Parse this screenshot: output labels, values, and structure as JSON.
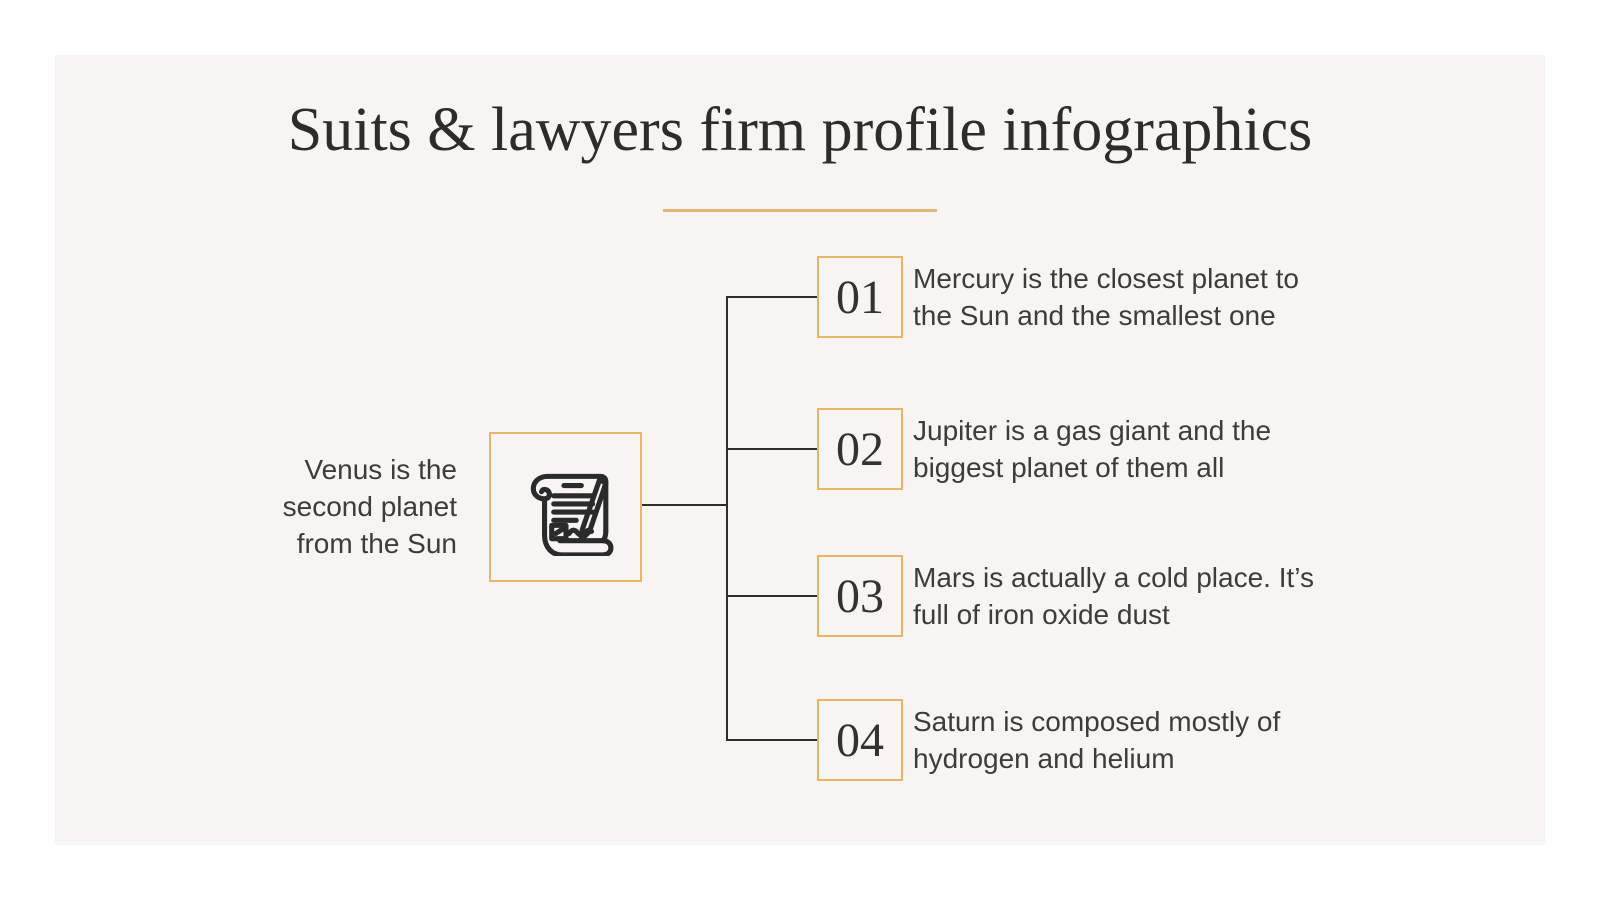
{
  "slide": {
    "title": "Suits & lawyers firm profile infographics",
    "colors": {
      "accent": "#eab567",
      "divider_gold": "#dfb778",
      "slide_background": "#f6f5f3",
      "page_background": "#ffffff",
      "title_text": "#2d2c2a",
      "body_text": "#3d3c3b",
      "connector_line": "#2f2e2d"
    }
  },
  "root": {
    "label": "Venus is the\nsecond planet\nfrom the Sun",
    "icon": "contract-signature-icon"
  },
  "items": [
    {
      "number": "01",
      "text": "Mercury is the closest planet to\nthe Sun and the smallest one"
    },
    {
      "number": "02",
      "text": "Jupiter is a gas giant and the\nbiggest planet of them all"
    },
    {
      "number": "03",
      "text": "Mars is actually a cold place. It’s\nfull of iron oxide dust"
    },
    {
      "number": "04",
      "text": "Saturn is composed mostly of\nhydrogen and helium"
    }
  ]
}
